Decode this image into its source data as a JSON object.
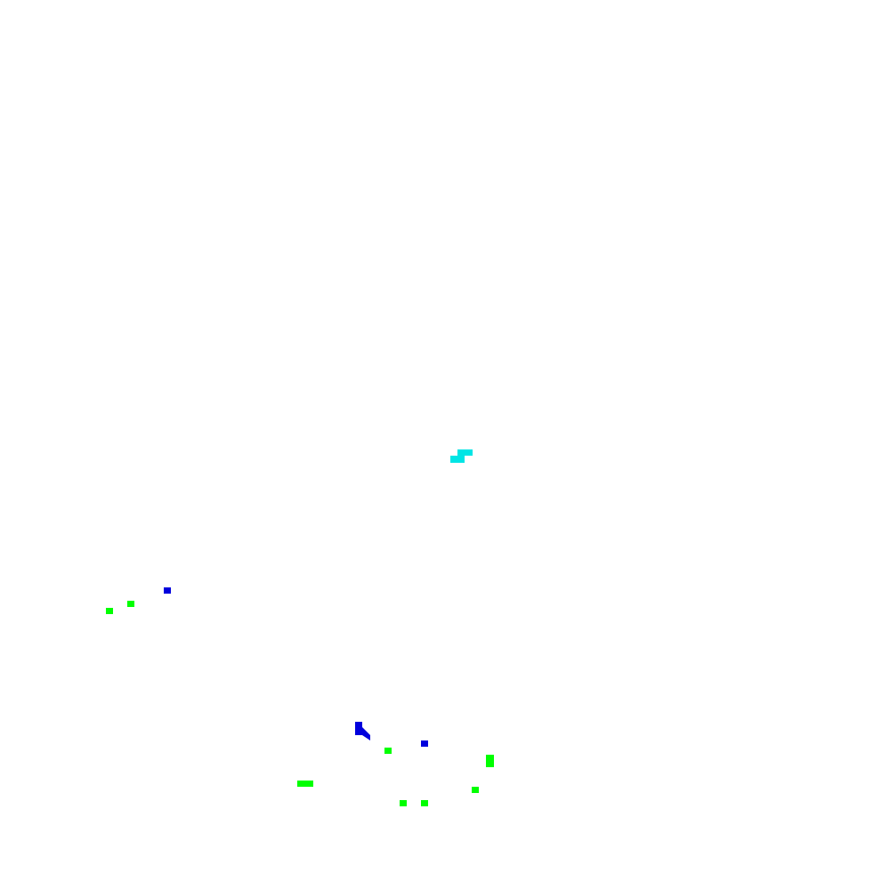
{
  "scene": {
    "background_color": "#ffffff",
    "palette": {
      "cyan": "#00e5e5",
      "blue": "#0000dd",
      "green": "#00ff00"
    },
    "entities": [
      {
        "kind": "cyan-cluster",
        "color": "cyan"
      },
      {
        "kind": "blue-dot",
        "color": "blue"
      },
      {
        "kind": "green-dot",
        "color": "green"
      },
      {
        "kind": "green-dot",
        "color": "green"
      },
      {
        "kind": "blue-cursor",
        "color": "blue"
      },
      {
        "kind": "blue-dot",
        "color": "blue"
      },
      {
        "kind": "green-dot",
        "color": "green"
      },
      {
        "kind": "green-block",
        "color": "green"
      },
      {
        "kind": "green-bar",
        "color": "green"
      },
      {
        "kind": "green-dot",
        "color": "green"
      },
      {
        "kind": "green-dot",
        "color": "green"
      },
      {
        "kind": "green-dot",
        "color": "green"
      }
    ]
  }
}
